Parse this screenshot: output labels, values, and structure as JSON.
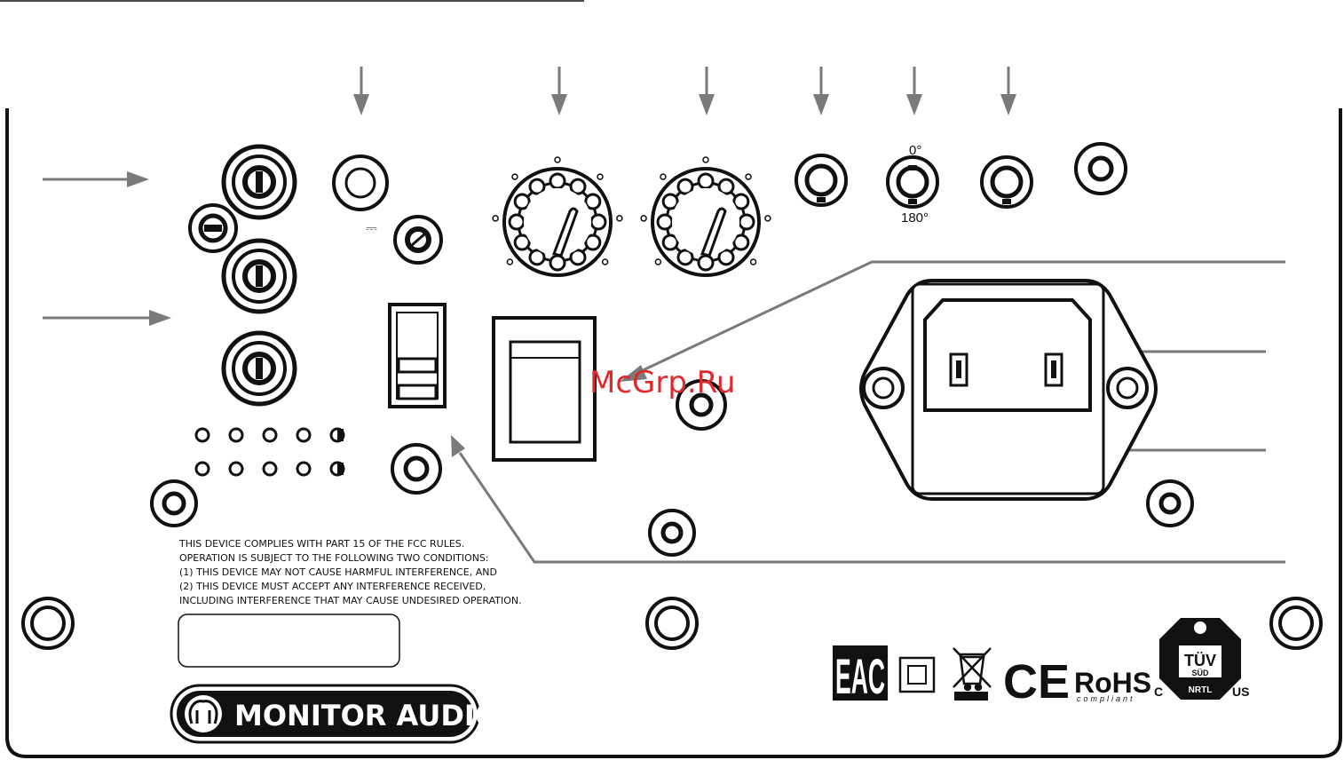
{
  "panel": {
    "phase_top": "0°",
    "phase_bottom": "180°",
    "dc_mark": "⎓"
  },
  "fcc_notice": [
    "THIS DEVICE COMPLIES WITH PART 15 OF THE FCC RULES.",
    "OPERATION IS SUBJECT TO THE FOLLOWING TWO CONDITIONS:",
    "(1) THIS DEVICE MAY NOT CAUSE HARMFUL INTERFERENCE, AND",
    "(2) THIS DEVICE MUST ACCEPT ANY INTERFERENCE RECEIVED,",
    "INCLUDING INTERFERENCE THAT MAY CAUSE UNDESIRED OPERATION."
  ],
  "brand": {
    "name": "MONITOR AUDIO"
  },
  "certifications": {
    "eac": "EAC",
    "ce": "CE",
    "rohs": "RoHS",
    "rohs_sub": "compliant",
    "tuv": "TÜV",
    "tuv_sub": "SÜD",
    "tuv_nrtl": "NRTL",
    "tuv_c": "C",
    "tuv_us": "US"
  },
  "watermark": "McGrp.Ru"
}
